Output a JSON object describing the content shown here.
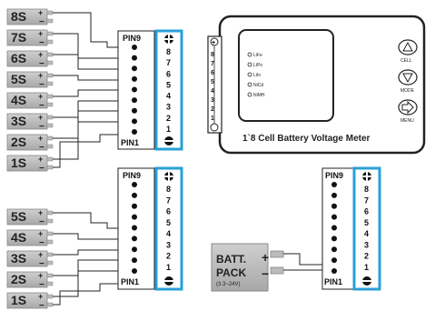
{
  "diagrams": {
    "top_left": {
      "cells": [
        "8S",
        "7S",
        "6S",
        "5S",
        "4S",
        "3S",
        "2S",
        "1S"
      ],
      "pin_top": "PIN9",
      "pin_bottom": "PIN1",
      "numbers": [
        "8",
        "7",
        "6",
        "5",
        "4",
        "3",
        "2",
        "1"
      ]
    },
    "bottom_left": {
      "cells": [
        "5S",
        "4S",
        "3S",
        "2S",
        "1S"
      ],
      "pin_top": "PIN9",
      "pin_bottom": "PIN1",
      "numbers": [
        "8",
        "7",
        "6",
        "5",
        "4",
        "3",
        "2",
        "1"
      ]
    },
    "bottom_right": {
      "pin_top": "PIN9",
      "pin_bottom": "PIN1",
      "numbers": [
        "8",
        "7",
        "6",
        "5",
        "4",
        "3",
        "2",
        "1"
      ],
      "battery": {
        "line1": "BATT.",
        "line2": "PACK",
        "range": "(3.3~24V)",
        "plus": "+",
        "minus": "−"
      }
    }
  },
  "meter": {
    "title": "1`8 Cell Battery Voltage Meter",
    "modes": [
      "LiFe",
      "LiPo",
      "LiIo",
      "NiCd",
      "NiMH"
    ],
    "buttons": [
      {
        "name": "cell",
        "label": "CELL",
        "icon": "triangle-up-icon"
      },
      {
        "name": "mode",
        "label": "MODE",
        "icon": "triangle-down-icon"
      },
      {
        "name": "menu",
        "label": "MENU",
        "icon": "arrow-right-icon"
      }
    ],
    "connector_numbers": [
      "8",
      "7",
      "6",
      "5",
      "4",
      "3",
      "2",
      "1"
    ]
  },
  "colors": {
    "cell_fill": "#b8b8b8",
    "pin_box_border": "#2aa0d8",
    "line": "#222222"
  }
}
